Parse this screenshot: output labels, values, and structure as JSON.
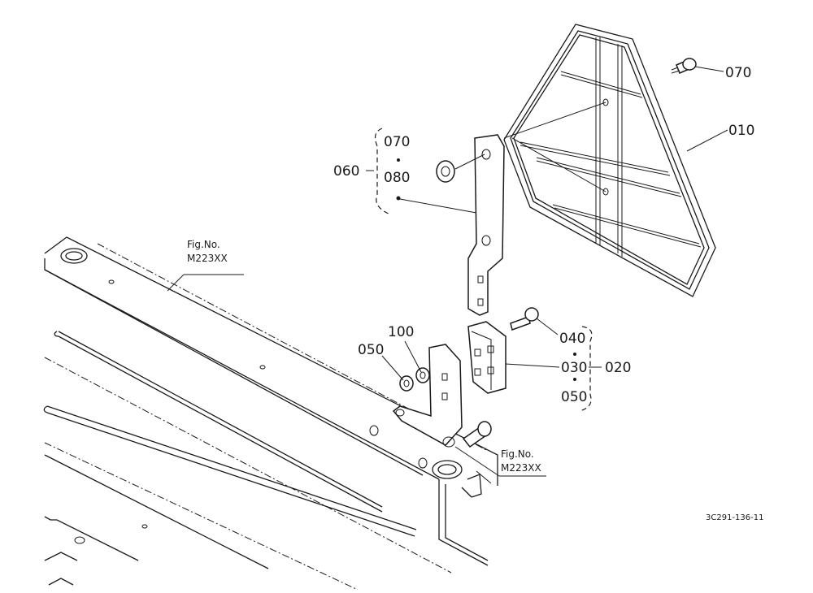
{
  "diagram": {
    "labels": {
      "p070_top": "070",
      "p010": "010",
      "p060": "060",
      "p070_group": "070",
      "p080": "080",
      "p100": "100",
      "p050_left": "050",
      "p040": "040",
      "p030": "030",
      "p020": "020",
      "p050_group": "050"
    },
    "fig_refs": {
      "top": {
        "line1": "Fig.No.",
        "line2": "M223XX"
      },
      "bottom": {
        "line1": "Fig.No.",
        "line2": "M223XX"
      }
    },
    "drawing_code": "3C291-136-11"
  }
}
